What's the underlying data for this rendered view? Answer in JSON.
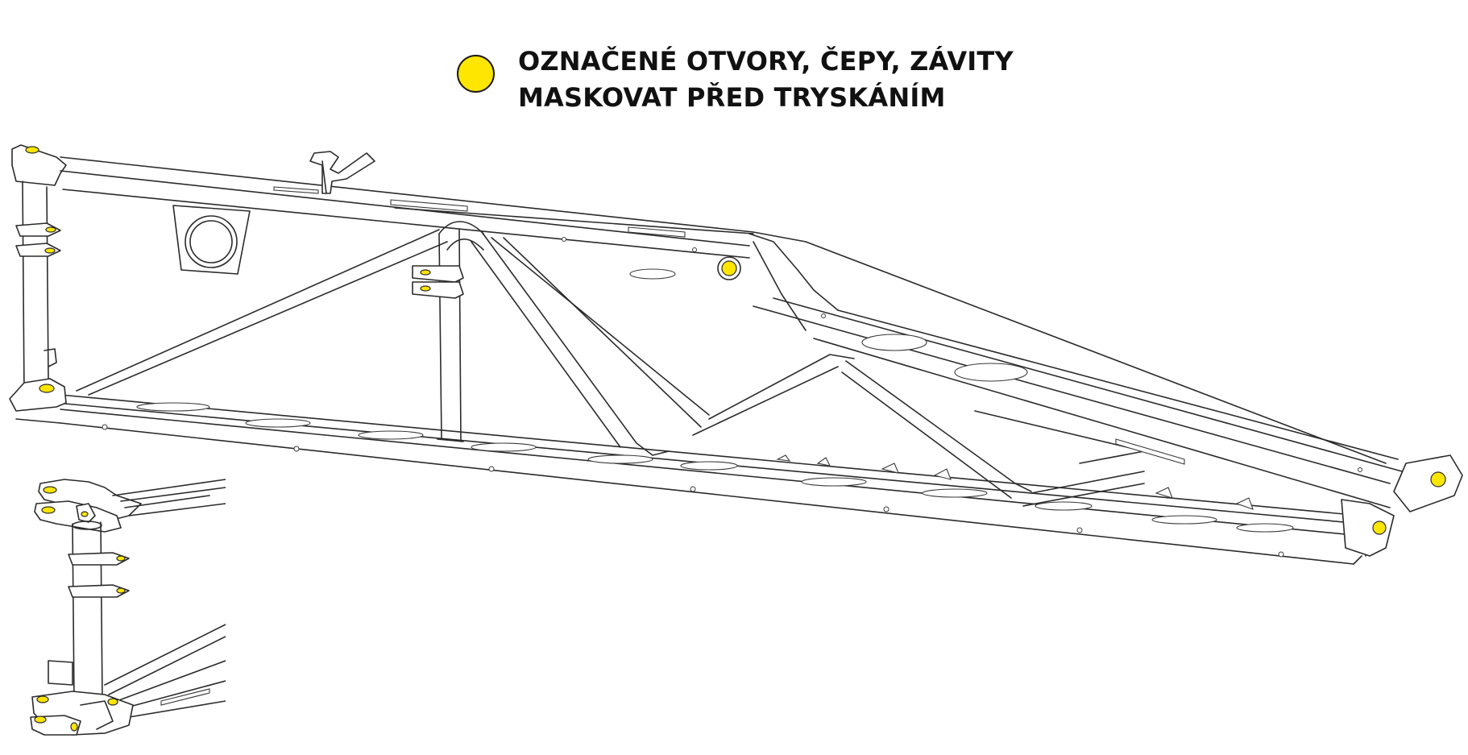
{
  "legend": {
    "marker_color": "#ffe600",
    "line1": "OZNAČENÉ OTVORY, ČEPY, ZÁVITY",
    "line2": "MASKOVAT PŘED TRYSKÁNÍM"
  },
  "drawing": {
    "subject": "boom-truss-frame",
    "detail": "boom-hinge-detail"
  }
}
